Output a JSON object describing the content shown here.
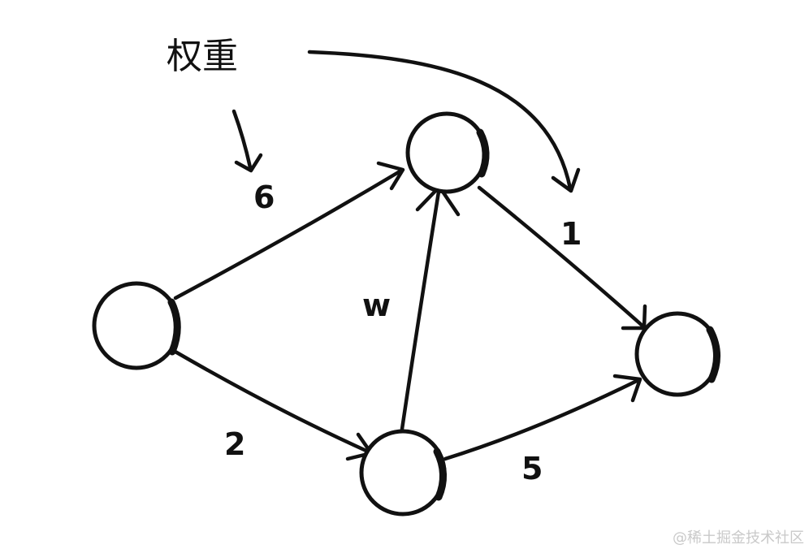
{
  "diagram": {
    "annotation": {
      "label": "权重"
    },
    "edge_weights": {
      "source_to_top": "6",
      "source_to_bottom": "2",
      "bottom_to_top": "w",
      "top_to_sink": "1",
      "bottom_to_sink": "5"
    }
  },
  "watermark": {
    "text": "@稀土掘金技术社区"
  }
}
